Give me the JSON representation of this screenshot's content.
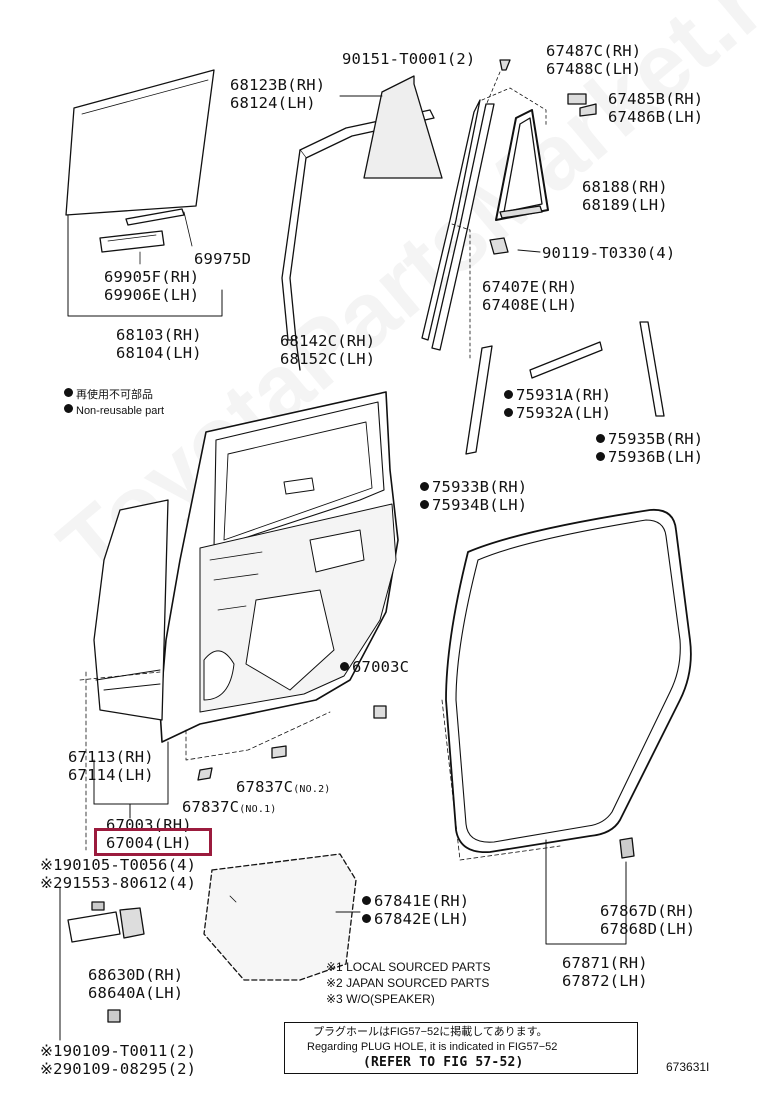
{
  "watermark": "ToyotaPartsMarket.ru",
  "highlight_color": "#9b1b3d",
  "legend": {
    "ja": "再使用不可部品",
    "en": "Non-reusable part"
  },
  "labels": {
    "p90151": "90151-T0001(2)",
    "p68123": "68123B(RH)",
    "p68124": "68124(LH)",
    "p67487": "67487C(RH)",
    "p67488": "67488C(LH)",
    "p67485": "67485B(RH)",
    "p67486": "67486B(LH)",
    "p68188": "68188(RH)",
    "p68189": "68189(LH)",
    "p90119": "90119-T0330(4)",
    "p69975": "69975D",
    "p69905": "69905F(RH)",
    "p69906": "69906E(LH)",
    "p68103": "68103(RH)",
    "p68104": "68104(LH)",
    "p68142": "68142C(RH)",
    "p68152": "68152C(LH)",
    "p67407": "67407E(RH)",
    "p67408": "67408E(LH)",
    "p75931": "75931A(RH)",
    "p75932": "75932A(LH)",
    "p75935": "75935B(RH)",
    "p75936": "75936B(LH)",
    "p75933": "75933B(RH)",
    "p75934": "75934B(LH)",
    "p67003c": "67003C",
    "p67113": "67113(RH)",
    "p67114": "67114(LH)",
    "p67837_main": "67837C",
    "p67837_n2": "(NO.2)",
    "p67837_n1": "(NO.1)",
    "p67003": "67003(RH)",
    "p67004": "67004(LH)",
    "p90105": "※190105-T0056(4)",
    "p91553": "※291553-80612(4)",
    "p67841": "67841E(RH)",
    "p67842": "67842E(LH)",
    "p67867": "67867D(RH)",
    "p67868": "67868D(LH)",
    "p68630": "68630D(RH)",
    "p68640": "68640A(LH)",
    "p67871": "67871(RH)",
    "p67872": "67872(LH)",
    "p90109a": "※190109-T0011(2)",
    "p90109b": "※290109-08295(2)"
  },
  "footnotes": [
    "※1 LOCAL SOURCED PARTS",
    "※2 JAPAN SOURCED PARTS",
    "※3 W/O(SPEAKER)"
  ],
  "note": {
    "line1": "プラグホールはFIG57−52に掲載してあります。",
    "line2": "Regarding PLUG HOLE, it is indicated in FIG57−52",
    "line3": "(REFER TO FIG 57-52)"
  },
  "figure_code": "673631I"
}
